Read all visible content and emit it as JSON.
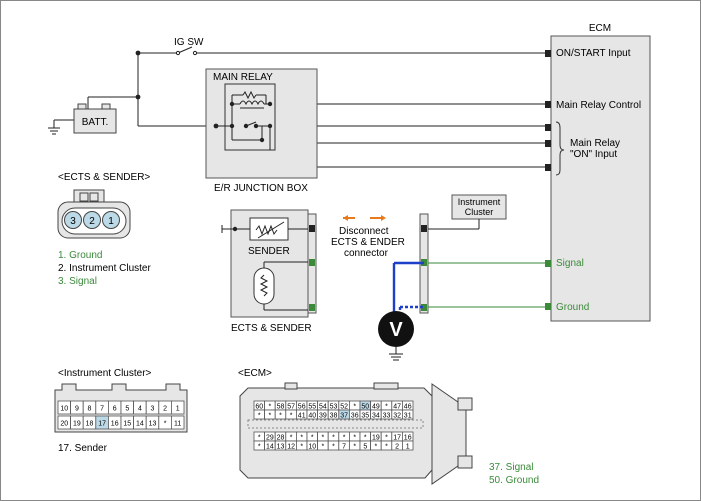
{
  "ecm": {
    "title": "ECM",
    "on_start_input": "ON/START Input",
    "main_relay_control": "Main Relay Control",
    "main_relay_on_line1": "Main Relay",
    "main_relay_on_line2": "\"ON\" Input",
    "signal": "Signal",
    "ground": "Ground"
  },
  "ig_sw": "IG SW",
  "battery": "BATT.",
  "main_relay": "MAIN RELAY",
  "junction_box": "E/R JUNCTION BOX",
  "ects_title": "<ECTS & SENDER>",
  "ects_pins": [
    "3",
    "2",
    "1"
  ],
  "ects_legend": [
    "1. Ground",
    "2. Instrument Cluster",
    "3. Signal"
  ],
  "sender": "SENDER",
  "ects_sender_label": "ECTS & SENDER",
  "disconnect": {
    "line1": "Disconnect",
    "line2": "ECTS & ENDER",
    "line3": "connector"
  },
  "instrument_cluster_box": {
    "line1": "Instrument",
    "line2": "Cluster"
  },
  "voltmeter": "V",
  "cluster_connector": {
    "title": "<Instrument Cluster>",
    "row1": [
      "10",
      "9",
      "8",
      "7",
      "6",
      "5",
      "4",
      "3",
      "2",
      "1"
    ],
    "row2": [
      "20",
      "19",
      "18",
      "17",
      "16",
      "15",
      "14",
      "13",
      "*",
      "11"
    ],
    "legend": "17. Sender"
  },
  "ecm_connector": {
    "title": "<ECM>",
    "row1": [
      "60",
      "*",
      "58",
      "57",
      "56",
      "55",
      "54",
      "53",
      "52",
      "*",
      "50",
      "49",
      "*",
      "47",
      "46"
    ],
    "row2": [
      "*",
      "*",
      "*",
      "*",
      "41",
      "40",
      "39",
      "38",
      "37",
      "36",
      "35",
      "34",
      "33",
      "32",
      "31"
    ],
    "row3": [
      "*",
      "29",
      "28",
      "*",
      "*",
      "*",
      "*",
      "*",
      "*",
      "*",
      "*",
      "19",
      "*",
      "17",
      "16"
    ],
    "row4": [
      "*",
      "14",
      "13",
      "12",
      "*",
      "10",
      "*",
      "*",
      "7",
      "*",
      "5",
      "*",
      "*",
      "2",
      "1"
    ],
    "legend": [
      "37. Signal",
      "50. Ground"
    ]
  }
}
